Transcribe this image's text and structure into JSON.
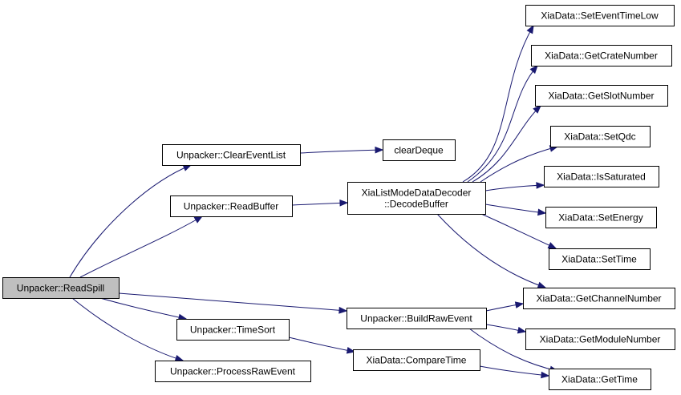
{
  "colors": {
    "edge": "#191970",
    "root_fill": "#bfbfbf",
    "node_fill": "#ffffff",
    "node_stroke": "#000000"
  },
  "nodes": [
    {
      "id": "read-spill",
      "lines": [
        "Unpacker::ReadSpill"
      ],
      "root": true
    },
    {
      "id": "clear-event-list",
      "lines": [
        "Unpacker::ClearEventList"
      ]
    },
    {
      "id": "read-buffer",
      "lines": [
        "Unpacker::ReadBuffer"
      ]
    },
    {
      "id": "time-sort",
      "lines": [
        "Unpacker::TimeSort"
      ]
    },
    {
      "id": "process-raw-event",
      "lines": [
        "Unpacker::ProcessRawEvent"
      ]
    },
    {
      "id": "clear-deque",
      "lines": [
        "clearDeque"
      ]
    },
    {
      "id": "decode-buffer",
      "lines": [
        "XiaListModeDataDecoder",
        "::DecodeBuffer"
      ]
    },
    {
      "id": "build-raw-event",
      "lines": [
        "Unpacker::BuildRawEvent"
      ]
    },
    {
      "id": "compare-time",
      "lines": [
        "XiaData::CompareTime"
      ]
    },
    {
      "id": "set-event-time-low",
      "lines": [
        "XiaData::SetEventTimeLow"
      ]
    },
    {
      "id": "get-crate-number",
      "lines": [
        "XiaData::GetCrateNumber"
      ]
    },
    {
      "id": "get-slot-number",
      "lines": [
        "XiaData::GetSlotNumber"
      ]
    },
    {
      "id": "set-qdc",
      "lines": [
        "XiaData::SetQdc"
      ]
    },
    {
      "id": "is-saturated",
      "lines": [
        "XiaData::IsSaturated"
      ]
    },
    {
      "id": "set-energy",
      "lines": [
        "XiaData::SetEnergy"
      ]
    },
    {
      "id": "set-time",
      "lines": [
        "XiaData::SetTime"
      ]
    },
    {
      "id": "get-channel-number",
      "lines": [
        "XiaData::GetChannelNumber"
      ]
    },
    {
      "id": "get-module-number",
      "lines": [
        "XiaData::GetModuleNumber"
      ]
    },
    {
      "id": "get-time",
      "lines": [
        "XiaData::GetTime"
      ]
    }
  ],
  "edges": [
    [
      "read-spill",
      "clear-event-list"
    ],
    [
      "read-spill",
      "read-buffer"
    ],
    [
      "read-spill",
      "build-raw-event"
    ],
    [
      "read-spill",
      "time-sort"
    ],
    [
      "read-spill",
      "process-raw-event"
    ],
    [
      "clear-event-list",
      "clear-deque"
    ],
    [
      "read-buffer",
      "decode-buffer"
    ],
    [
      "decode-buffer",
      "set-event-time-low"
    ],
    [
      "decode-buffer",
      "get-crate-number"
    ],
    [
      "decode-buffer",
      "get-slot-number"
    ],
    [
      "decode-buffer",
      "set-qdc"
    ],
    [
      "decode-buffer",
      "is-saturated"
    ],
    [
      "decode-buffer",
      "set-energy"
    ],
    [
      "decode-buffer",
      "set-time"
    ],
    [
      "decode-buffer",
      "get-channel-number"
    ],
    [
      "build-raw-event",
      "get-channel-number"
    ],
    [
      "build-raw-event",
      "get-module-number"
    ],
    [
      "build-raw-event",
      "get-time"
    ],
    [
      "time-sort",
      "compare-time"
    ],
    [
      "compare-time",
      "get-time"
    ]
  ]
}
